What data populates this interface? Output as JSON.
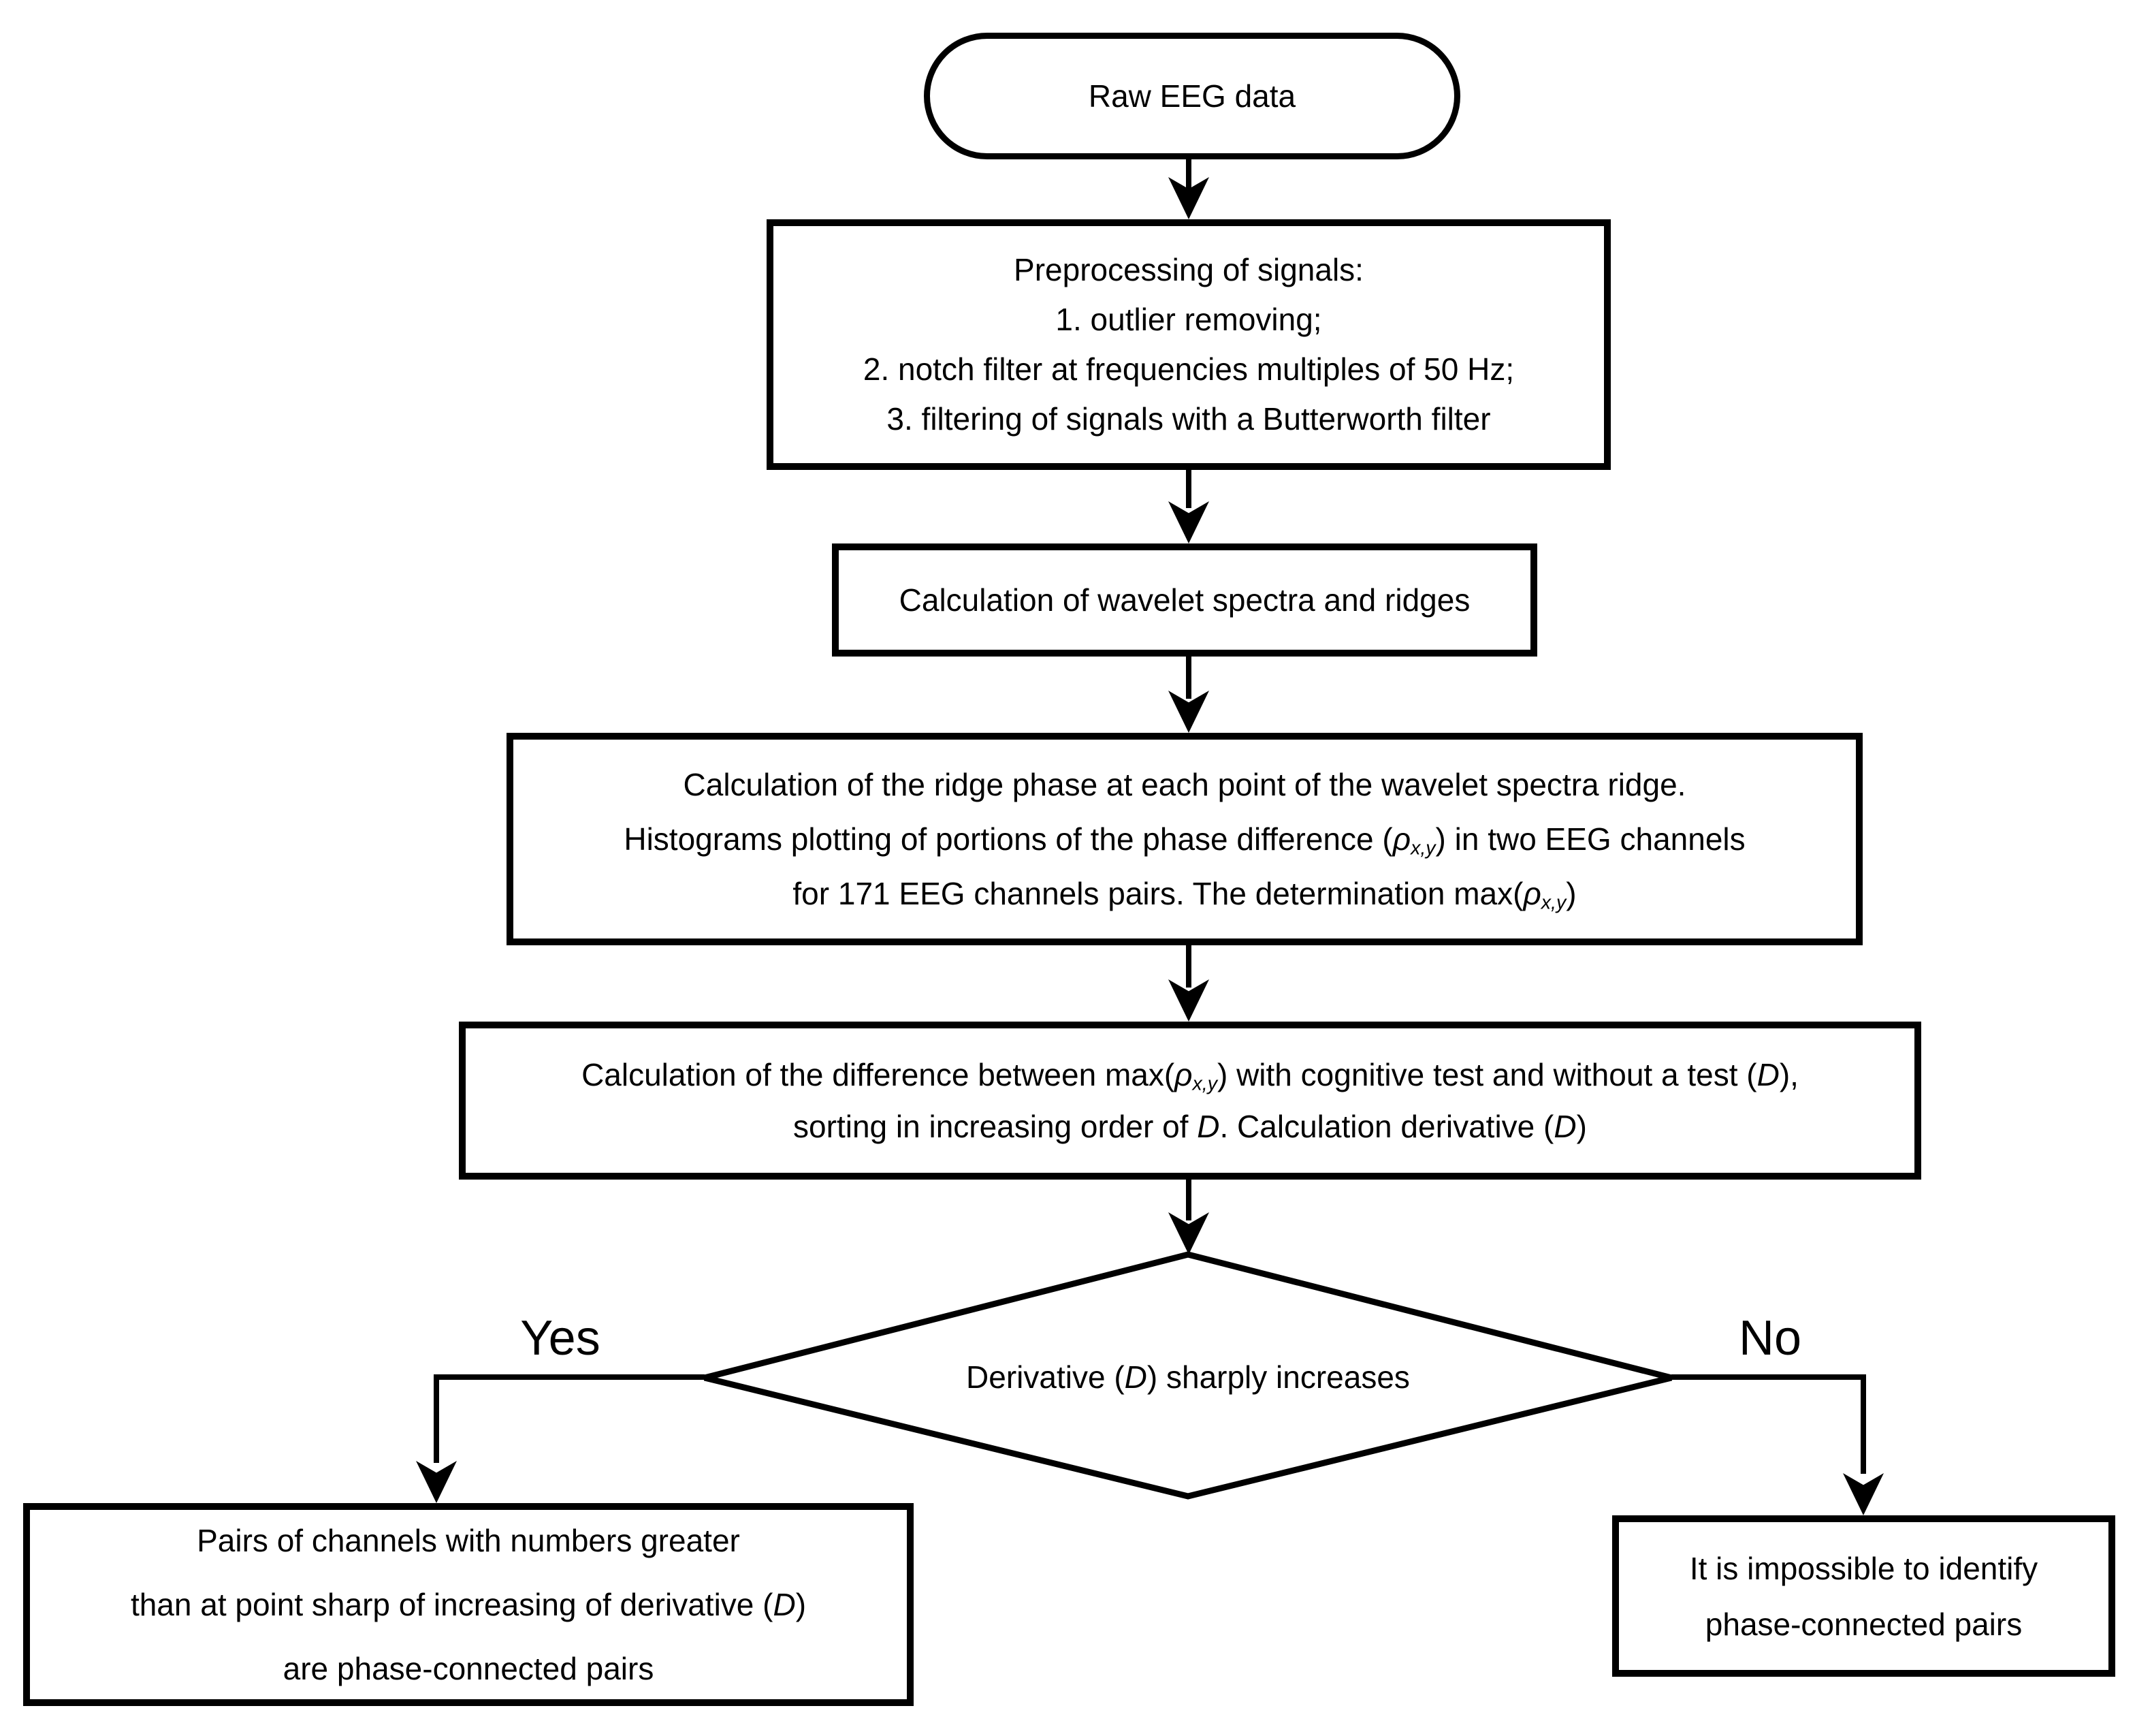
{
  "colors": {
    "ink": "#000000",
    "paper": "#ffffff"
  },
  "nodes": {
    "start": {
      "label": "Raw EEG data"
    },
    "preprocessing": {
      "lines": [
        [
          {
            "text": "Preprocessing of signals:"
          }
        ],
        [
          {
            "text": "1. outlier removing;"
          }
        ],
        [
          {
            "text": "2. notch filter at frequencies multiples of 50 Hz;"
          }
        ],
        [
          {
            "text": "3. filtering of signals with a Butterworth filter"
          }
        ]
      ]
    },
    "wavelet": {
      "lines": [
        [
          {
            "text": "Calculation of wavelet spectra and ridges"
          }
        ]
      ]
    },
    "ridge_phase": {
      "lines": [
        [
          {
            "text": "Calculation of the ridge phase at each point of the wavelet spectra ridge."
          }
        ],
        [
          {
            "text": "Histograms plotting of portions of the phase difference ("
          },
          {
            "text": "ρ",
            "style": "i"
          },
          {
            "text": "x,y",
            "style": "isub"
          },
          {
            "text": ") in two EEG channels"
          }
        ],
        [
          {
            "text": "for 171 EEG channels pairs. The determination max("
          },
          {
            "text": "ρ",
            "style": "i"
          },
          {
            "text": "x,y",
            "style": "isub"
          },
          {
            "text": ")"
          }
        ]
      ]
    },
    "difference": {
      "lines": [
        [
          {
            "text": "Calculation of the difference between max("
          },
          {
            "text": "ρ",
            "style": "i"
          },
          {
            "text": "x,y",
            "style": "isub"
          },
          {
            "text": ") with cognitive test and without a test ("
          },
          {
            "text": "D",
            "style": "i"
          },
          {
            "text": "),"
          }
        ],
        [
          {
            "text": "sorting in increasing order of "
          },
          {
            "text": "D",
            "style": "i"
          },
          {
            "text": ". Calculation derivative ("
          },
          {
            "text": "D",
            "style": "i"
          },
          {
            "text": ")"
          }
        ]
      ]
    },
    "decision": {
      "lines": [
        [
          {
            "text": "Derivative ("
          },
          {
            "text": "D",
            "style": "i"
          },
          {
            "text": ") sharply increases"
          }
        ]
      ]
    },
    "yes_result": {
      "lines": [
        [
          {
            "text": "Pairs of channels with numbers greater"
          }
        ],
        [
          {
            "text": "than at point sharp of increasing of derivative ("
          },
          {
            "text": "D",
            "style": "i"
          },
          {
            "text": ")"
          }
        ],
        [
          {
            "text": "are phase-connected pairs"
          }
        ]
      ]
    },
    "no_result": {
      "lines": [
        [
          {
            "text": "It is impossible to identify"
          }
        ],
        [
          {
            "text": "phase-connected pairs"
          }
        ]
      ]
    }
  },
  "edges": {
    "yes_label": "Yes",
    "no_label": "No"
  }
}
